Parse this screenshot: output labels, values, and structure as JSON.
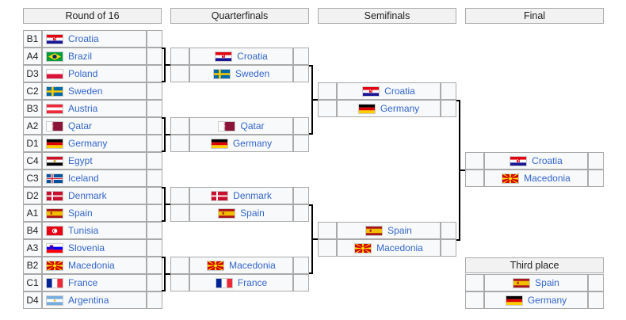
{
  "headers": {
    "r16": "Round of 16",
    "qf": "Quarterfinals",
    "sf": "Semifinals",
    "final": "Final",
    "third": "Third place"
  },
  "r16": [
    {
      "seed": "B1",
      "team": "Croatia",
      "flag": "croatia-flag"
    },
    {
      "seed": "A4",
      "team": "Brazil",
      "flag": "brazil-flag"
    },
    {
      "seed": "D3",
      "team": "Poland",
      "flag": "poland-flag"
    },
    {
      "seed": "C2",
      "team": "Sweden",
      "flag": "sweden-flag"
    },
    {
      "seed": "B3",
      "team": "Austria",
      "flag": "austria-flag"
    },
    {
      "seed": "A2",
      "team": "Qatar",
      "flag": "qatar-flag"
    },
    {
      "seed": "D1",
      "team": "Germany",
      "flag": "germany-flag"
    },
    {
      "seed": "C4",
      "team": "Egypt",
      "flag": "egypt-flag"
    },
    {
      "seed": "C3",
      "team": "Iceland",
      "flag": "iceland-flag"
    },
    {
      "seed": "D2",
      "team": "Denmark",
      "flag": "denmark-flag"
    },
    {
      "seed": "A1",
      "team": "Spain",
      "flag": "spain-flag"
    },
    {
      "seed": "B4",
      "team": "Tunisia",
      "flag": "tunisia-flag"
    },
    {
      "seed": "A3",
      "team": "Slovenia",
      "flag": "slovenia-flag"
    },
    {
      "seed": "B2",
      "team": "Macedonia",
      "flag": "macedonia-flag"
    },
    {
      "seed": "C1",
      "team": "France",
      "flag": "france-flag"
    },
    {
      "seed": "D4",
      "team": "Argentina",
      "flag": "argentina-flag"
    }
  ],
  "qf": [
    {
      "team": "Croatia",
      "flag": "croatia-flag"
    },
    {
      "team": "Sweden",
      "flag": "sweden-flag"
    },
    {
      "team": "Qatar",
      "flag": "qatar-flag"
    },
    {
      "team": "Germany",
      "flag": "germany-flag"
    },
    {
      "team": "Denmark",
      "flag": "denmark-flag"
    },
    {
      "team": "Spain",
      "flag": "spain-flag"
    },
    {
      "team": "Macedonia",
      "flag": "macedonia-flag"
    },
    {
      "team": "France",
      "flag": "france-flag"
    }
  ],
  "sf": [
    {
      "team": "Croatia",
      "flag": "croatia-flag"
    },
    {
      "team": "Germany",
      "flag": "germany-flag"
    },
    {
      "team": "Spain",
      "flag": "spain-flag"
    },
    {
      "team": "Macedonia",
      "flag": "macedonia-flag"
    }
  ],
  "final": [
    {
      "team": "Croatia",
      "flag": "croatia-flag"
    },
    {
      "team": "Macedonia",
      "flag": "macedonia-flag"
    }
  ],
  "third": [
    {
      "team": "Spain",
      "flag": "spain-flag"
    },
    {
      "team": "Germany",
      "flag": "germany-flag"
    }
  ]
}
